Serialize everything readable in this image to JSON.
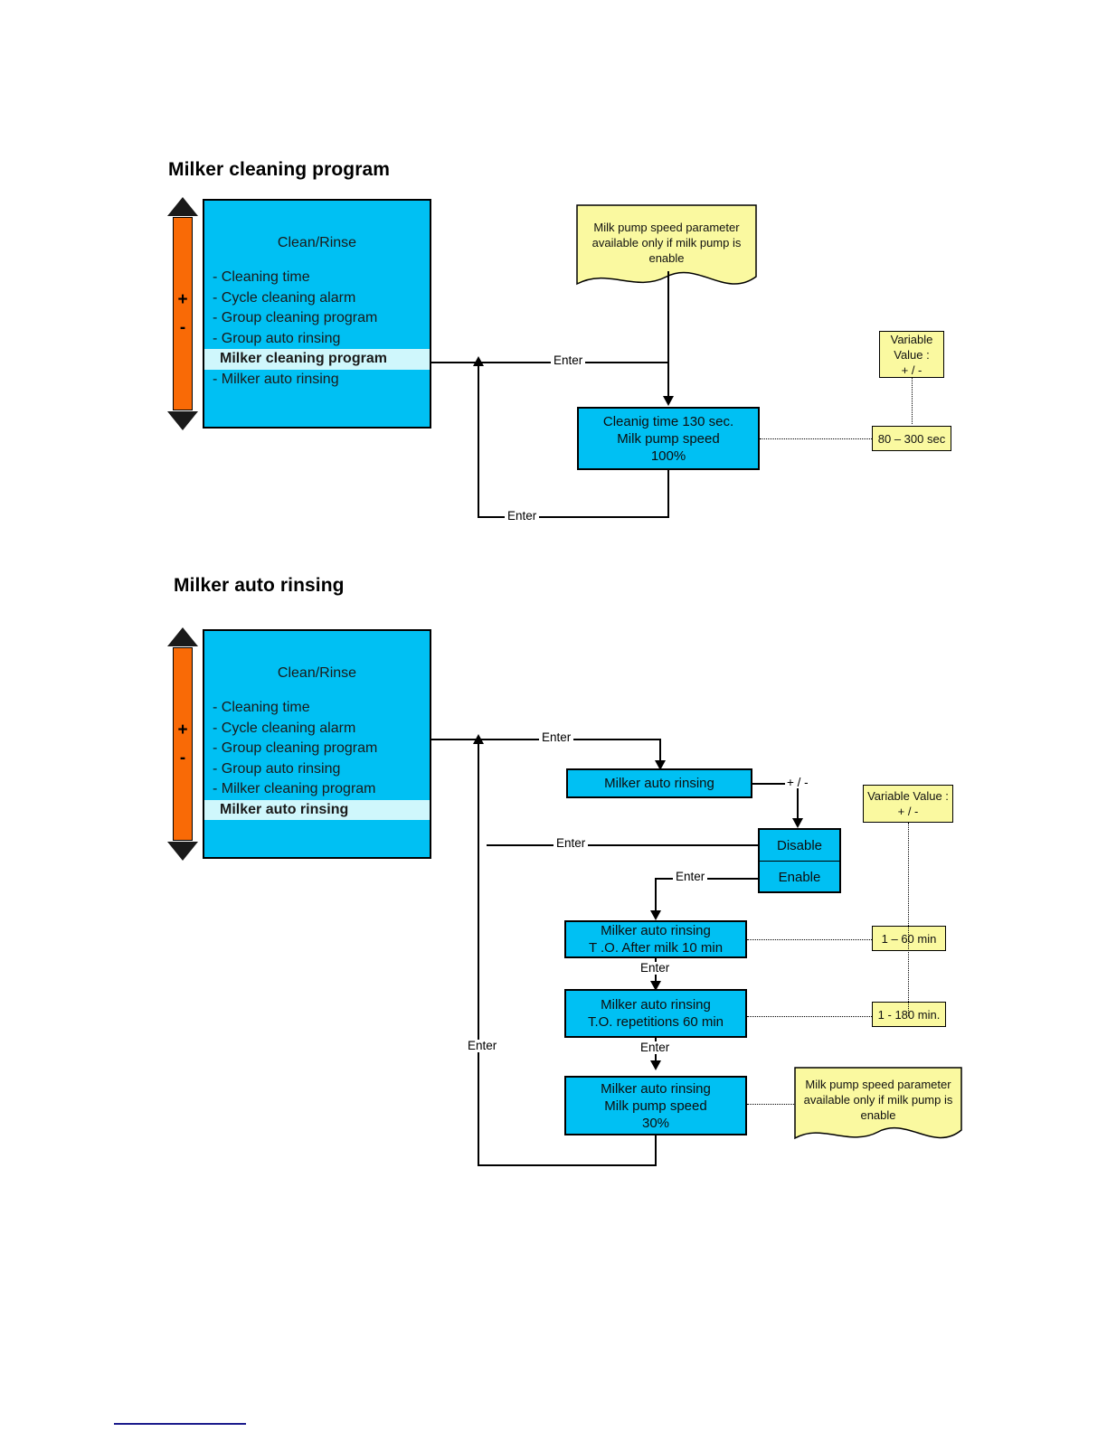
{
  "sections": [
    {
      "title": "Milker cleaning program",
      "scroller": {
        "plus": "+",
        "minus": "-",
        "up_icon": "triangle-up-icon",
        "down_icon": "triangle-down-icon"
      },
      "menu": {
        "title": "Clean/Rinse",
        "items": [
          {
            "label": "- Cleaning time",
            "selected": false
          },
          {
            "label": "- Cycle cleaning alarm",
            "selected": false
          },
          {
            "label": "- Group cleaning program",
            "selected": false
          },
          {
            "label": "- Group auto rinsing",
            "selected": false
          },
          {
            "label": "Milker cleaning program",
            "selected": true
          },
          {
            "label": "- Milker auto rinsing",
            "selected": false
          }
        ]
      },
      "note": "Milk pump speed parameter\navailable only if milk pump is\nenable",
      "note_lines": [
        "Milk pump speed parameter",
        "available only if milk pump is",
        "enable"
      ],
      "screen": {
        "lines": [
          "Cleanig time  130 sec.",
          "Milk pump speed",
          "100%"
        ]
      },
      "variable_note": {
        "lines": [
          "Variable",
          "Value :",
          "+ / -"
        ]
      },
      "range": "80 – 300 sec",
      "edges": {
        "enter_in": "Enter",
        "enter_back": "Enter"
      }
    },
    {
      "title": "Milker auto rinsing",
      "scroller": {
        "plus": "+",
        "minus": "-",
        "up_icon": "triangle-up-icon",
        "down_icon": "triangle-down-icon"
      },
      "menu": {
        "title": "Clean/Rinse",
        "items": [
          {
            "label": "- Cleaning time",
            "selected": false
          },
          {
            "label": "- Cycle cleaning alarm",
            "selected": false
          },
          {
            "label": "- Group cleaning program",
            "selected": false
          },
          {
            "label": "- Group auto rinsing",
            "selected": false
          },
          {
            "label": "- Milker cleaning program",
            "selected": false
          },
          {
            "label": "Milker auto rinsing",
            "selected": true
          }
        ]
      },
      "screen_title": "Milker auto rinsing",
      "pm_label": "+ / -",
      "options": [
        "Disable",
        "Enable"
      ],
      "variable_note": {
        "lines": [
          "Variable Value :",
          "+ / -"
        ]
      },
      "screens": [
        {
          "lines": [
            "Milker auto rinsing",
            "T .O. After milk 10 min"
          ],
          "range": "1 – 60 min"
        },
        {
          "lines": [
            "Milker auto rinsing",
            "T.O.  repetitions 60 min"
          ],
          "range": "1 - 180 min."
        },
        {
          "lines": [
            "Milker auto rinsing",
            "Milk pump speed",
            "30%"
          ],
          "range": null
        }
      ],
      "note_lines": [
        "Milk pump speed parameter",
        "available only if milk pump is",
        "enable"
      ],
      "edges": {
        "enter_top": "Enter",
        "enter_disable": "Enter",
        "enter_enable": "Enter",
        "enter_step1": "Enter",
        "enter_step2": "Enter",
        "enter_back": "Enter"
      }
    }
  ],
  "colors": {
    "lcd_cyan": "#00c0f3",
    "highlight_cyan": "#cff7fc",
    "scroller_orange": "#f96a06",
    "note_yellow": "#faf9a0",
    "outline_black": "#000000",
    "footrule_blue": "#1a1a8c"
  }
}
